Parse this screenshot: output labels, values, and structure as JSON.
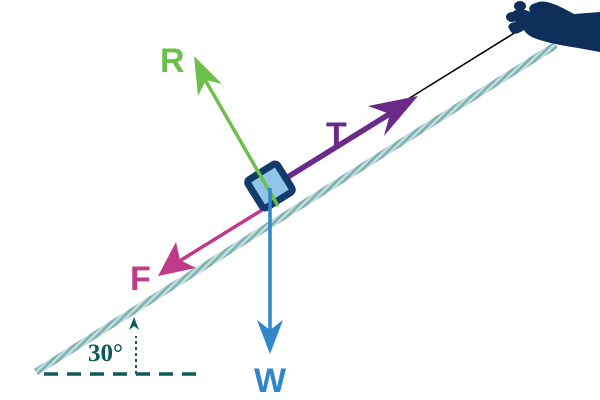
{
  "diagram": {
    "labels": {
      "normal": "R",
      "tension": "T",
      "friction": "F",
      "weight": "W",
      "angle": "30°"
    },
    "incline_angle_deg": 30,
    "colors": {
      "normal": "#6cc04a",
      "tension": "#6b2a8a",
      "friction": "#c03a8a",
      "weight": "#2f86c8",
      "angle": "#0f5a5a",
      "slope": "#9cc4c4",
      "block_outer": "#123a6b",
      "block_inner": "#8ec5e8",
      "hand": "#0d2f5a",
      "rope": "#000000"
    },
    "icons": [
      "hand-icon",
      "block-icon"
    ]
  }
}
